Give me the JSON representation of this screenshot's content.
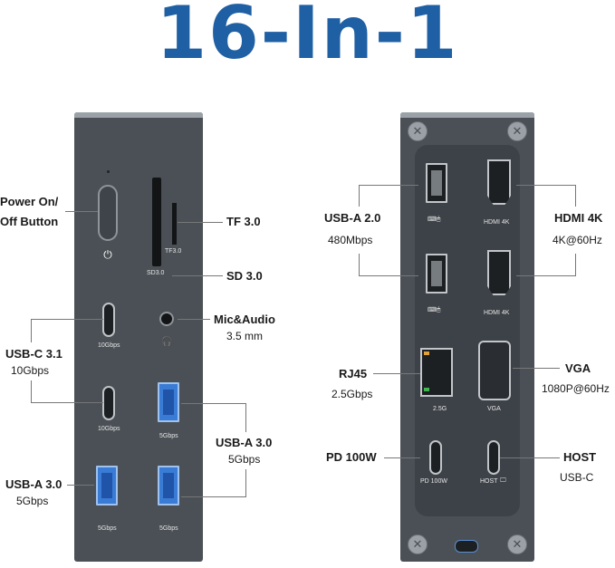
{
  "title": "16-In-1",
  "left_labels": {
    "power": "Power On/\nOff Button",
    "tf": "TF 3.0",
    "sd": "SD 3.0",
    "mic_title": "Mic&Audio",
    "mic_sub": "3.5 mm",
    "usbc_title": "USB-C 3.1",
    "usbc_sub": "10Gbps",
    "usba_right_title": "USB-A 3.0",
    "usba_right_sub": "5Gbps",
    "usba_left_title": "USB-A 3.0",
    "usba_left_sub": "5Gbps"
  },
  "left_port_text": {
    "tf": "TF3.0",
    "sd": "SD3.0",
    "c1": "10Gbps",
    "c2": "10Gbps",
    "a1": "5Gbps",
    "a2": "5Gbps",
    "a3": "5Gbps"
  },
  "right_labels": {
    "usba2_title": "USB-A 2.0",
    "usba2_sub": "480Mbps",
    "hdmi_title": "HDMI 4K",
    "hdmi_sub": "4K@60Hz",
    "rj45_title": "RJ45",
    "rj45_sub": "2.5Gbps",
    "vga_title": "VGA",
    "vga_sub": "1080P@60Hz",
    "pd_title": "PD 100W",
    "host_title": "HOST",
    "host_sub": "USB-C"
  },
  "right_port_text": {
    "hdmi1": "HDMI 4K",
    "hdmi2": "HDMI 4K",
    "rj45": "2.5G",
    "vga": "VGA",
    "pd": "PD 100W",
    "host": "HOST"
  },
  "colors": {
    "title": "#1f5fa3",
    "panel": "#4a5056",
    "usb3_blue": "#3a7bd5"
  }
}
